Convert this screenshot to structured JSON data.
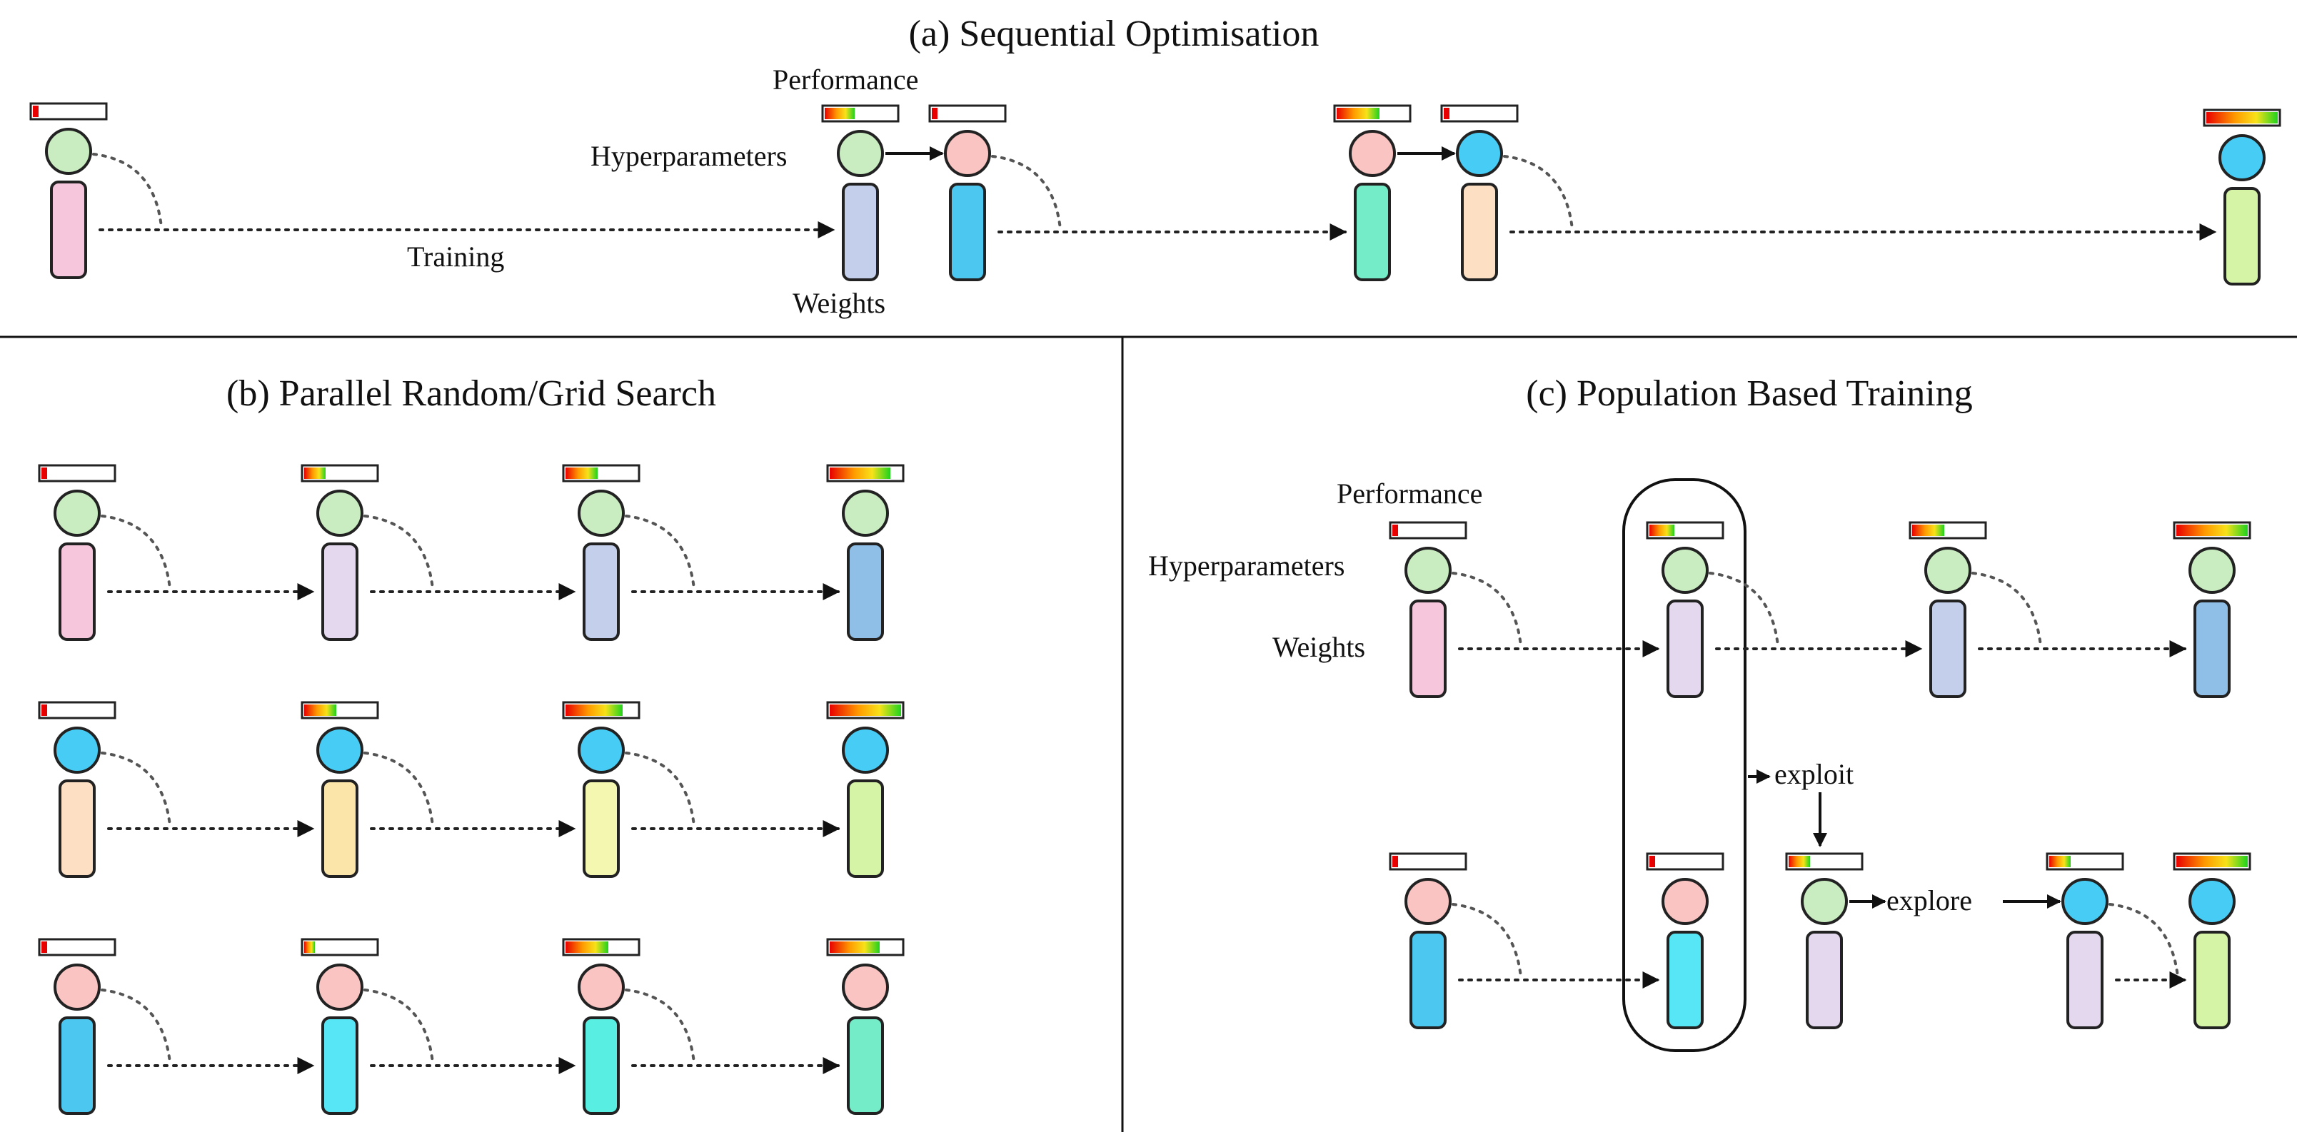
{
  "panels": {
    "a": {
      "title": "(a) Sequential Optimisation",
      "labels": {
        "performance": "Performance",
        "hyperparameters": "Hyperparameters",
        "training": "Training",
        "weights": "Weights"
      }
    },
    "b": {
      "title": "(b) Parallel Random/Grid Search"
    },
    "c": {
      "title": "(c) Population Based Training",
      "labels": {
        "performance": "Performance",
        "hyperparameters": "Hyperparameters",
        "weights": "Weights",
        "exploit": "exploit",
        "explore": "explore"
      }
    }
  },
  "colors": {
    "hp_green": "#c9ecc1",
    "hp_blue": "#47cdf5",
    "hp_pink": "#f9c4c2",
    "w_pink": "#f6c6dc",
    "w_lavender": "#e4d8ee",
    "w_periwinkle": "#c3cfeb",
    "w_steel": "#8fbfe6",
    "w_peach": "#fde0c4",
    "w_wheat": "#fbe5a8",
    "w_lightyellow": "#f4f7b0",
    "w_lime": "#d6f4a6",
    "w_sky": "#4cc8f0",
    "w_cyan": "#56e6f5",
    "w_aqua": "#58efe2",
    "w_mint": "#74ecc7",
    "bar_red": "#e80000",
    "bar_orange": "#ff9a00",
    "bar_yellow": "#f7e21a",
    "bar_green": "#1ed21e"
  },
  "nodes": [
    {
      "panel": "a",
      "hp": "hp_green",
      "w": "w_pink",
      "perf": 0.08
    },
    {
      "panel": "a",
      "hp": "hp_green",
      "w": "w_periwinkle",
      "perf": 0.42
    },
    {
      "panel": "a",
      "hp": "hp_pink",
      "w": "w_sky",
      "perf": 0.08
    },
    {
      "panel": "a",
      "hp": "hp_pink",
      "w": "w_mint",
      "perf": 0.6
    },
    {
      "panel": "a",
      "hp": "hp_blue",
      "w": "w_peach",
      "perf": 0.08
    },
    {
      "panel": "a",
      "hp": "hp_blue",
      "w": "w_lime",
      "perf": 1.0
    },
    {
      "panel": "b",
      "hp": "hp_green",
      "w": "w_pink",
      "perf": 0.08
    },
    {
      "panel": "b",
      "hp": "hp_green",
      "w": "w_lavender",
      "perf": 0.3
    },
    {
      "panel": "b",
      "hp": "hp_green",
      "w": "w_periwinkle",
      "perf": 0.45
    },
    {
      "panel": "b",
      "hp": "hp_green",
      "w": "w_steel",
      "perf": 0.85
    },
    {
      "panel": "b",
      "hp": "hp_blue",
      "w": "w_peach",
      "perf": 0.08
    },
    {
      "panel": "b",
      "hp": "hp_blue",
      "w": "w_wheat",
      "perf": 0.45
    },
    {
      "panel": "b",
      "hp": "hp_blue",
      "w": "w_lightyellow",
      "perf": 0.8
    },
    {
      "panel": "b",
      "hp": "hp_blue",
      "w": "w_lime",
      "perf": 1.0
    },
    {
      "panel": "b",
      "hp": "hp_pink",
      "w": "w_sky",
      "perf": 0.08
    },
    {
      "panel": "b",
      "hp": "hp_pink",
      "w": "w_cyan",
      "perf": 0.15
    },
    {
      "panel": "b",
      "hp": "hp_pink",
      "w": "w_aqua",
      "perf": 0.6
    },
    {
      "panel": "b",
      "hp": "hp_pink",
      "w": "w_mint",
      "perf": 0.7
    },
    {
      "panel": "c",
      "hp": "hp_green",
      "w": "w_pink",
      "perf": 0.05
    },
    {
      "panel": "c",
      "hp": "hp_green",
      "w": "w_lavender",
      "perf": 0.35
    },
    {
      "panel": "c",
      "hp": "hp_green",
      "w": "w_periwinkle",
      "perf": 0.45
    },
    {
      "panel": "c",
      "hp": "hp_green",
      "w": "w_steel",
      "perf": 1.0
    },
    {
      "panel": "c",
      "hp": "hp_pink",
      "w": "w_sky",
      "perf": 0.08
    },
    {
      "panel": "c",
      "hp": "hp_pink",
      "w": "w_cyan",
      "perf": 0.08
    },
    {
      "panel": "c",
      "hp": "hp_green",
      "w": "w_lavender",
      "perf": 0.3
    },
    {
      "panel": "c",
      "hp": "hp_blue",
      "w": "w_lavender",
      "perf": 0.3
    },
    {
      "panel": "c",
      "hp": "hp_blue",
      "w": "w_lime",
      "perf": 1.0
    }
  ]
}
